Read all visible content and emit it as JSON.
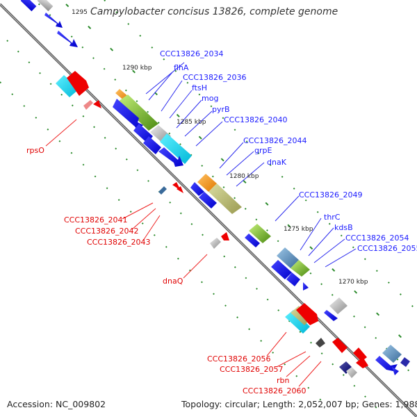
{
  "title": "Campylobacter concisus 13826, complete genome",
  "footer": {
    "accession": "Accession: NC_009802",
    "summary": "Topology: circular; Length: 2,052,007 bp; Genes: 1,988"
  },
  "ticks": [
    "1295",
    "1290 kbp",
    "1285 kbp",
    "1280 kbp",
    "1275 kbp",
    "1270 kbp"
  ],
  "labels_top": [
    "CCC13826_2034",
    "flhA",
    "CCC13826_2036",
    "ftsH",
    "mog",
    "pyrB",
    "CCC13826_2040",
    "CCC13826_2044",
    "grpE",
    "dnaK",
    "CCC13826_2049",
    "thrC",
    "kdsB",
    "CCC13826_2054",
    "CCC13826_2055"
  ],
  "labels_bottom": [
    "rpsO",
    "CCC13826_2041",
    "CCC13826_2042",
    "CCC13826_2043",
    "dnaQ",
    "CCC13826_2056",
    "CCC13826_2057",
    "rbn",
    "CCC13826_2060"
  ],
  "colors": {
    "backbone": "#888888",
    "forward_gene": "#0000ee",
    "reverse_gene": "#ee0000",
    "label_forward": "#1a1aff",
    "label_reverse": "#e00000",
    "tick_dots": "#228822"
  }
}
